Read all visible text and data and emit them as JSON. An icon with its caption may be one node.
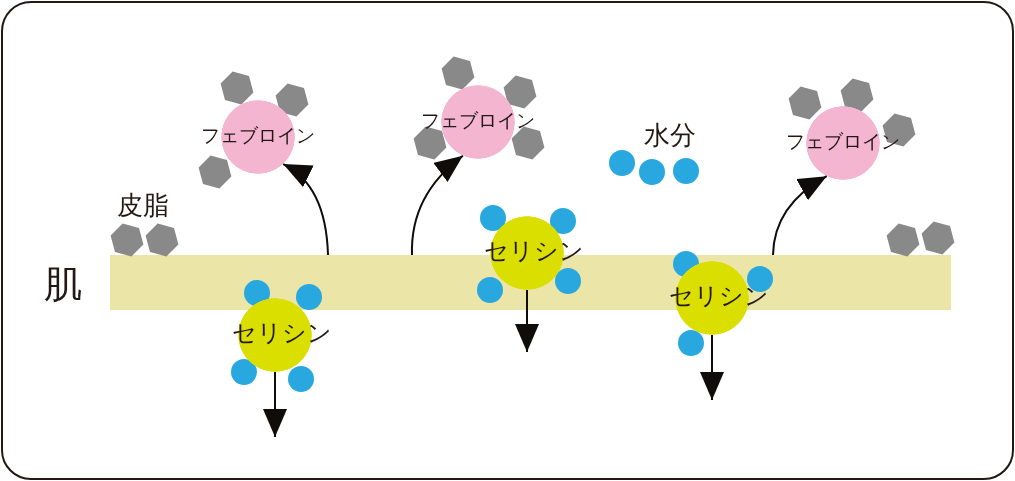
{
  "diagram": {
    "nodes": [
      {
        "text": [],
        "shape": "bar",
        "beside": [
          "肌"
        ]
      },
      {
        "text": [
          "フェブロイン"
        ]
      },
      {
        "text": [
          "フェブロイン"
        ]
      },
      {
        "text": [
          "フェブロイン"
        ]
      },
      {
        "text": [
          "セリシン"
        ]
      },
      {
        "text": [
          "セリシン"
        ]
      },
      {
        "text": [
          "セリシン"
        ]
      }
    ],
    "edges": [
      {
        "from": 0,
        "to": 1,
        "arrow": "to"
      },
      {
        "from": 0,
        "to": 2,
        "arrow": "to"
      },
      {
        "from": 0,
        "to": 3,
        "arrow": "to"
      },
      {
        "from": 4,
        "to": null,
        "arrow": "to"
      },
      {
        "from": 5,
        "to": null,
        "arrow": "to"
      },
      {
        "from": 6,
        "to": null,
        "arrow": "to"
      }
    ],
    "labels": [
      "皮脂",
      "水分"
    ]
  }
}
